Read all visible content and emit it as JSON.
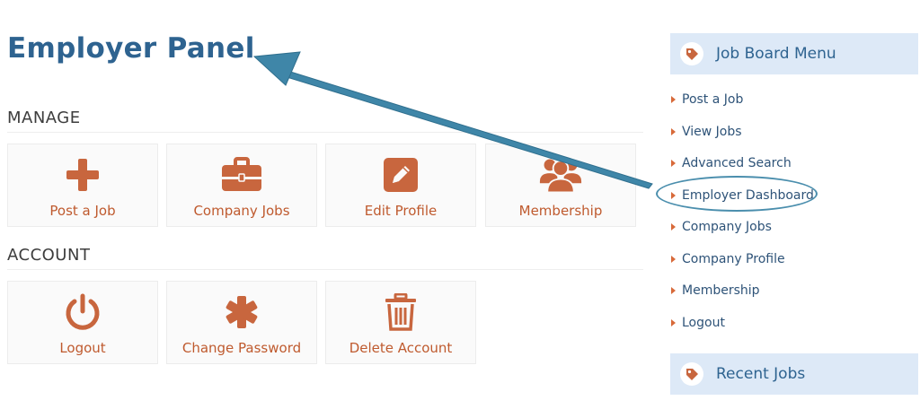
{
  "page_title": "Employer Panel",
  "sections": {
    "manage": {
      "heading": "MANAGE",
      "tiles": [
        {
          "label": "Post a Job",
          "icon": "plus-icon"
        },
        {
          "label": "Company Jobs",
          "icon": "briefcase-icon"
        },
        {
          "label": "Edit Profile",
          "icon": "edit-icon"
        },
        {
          "label": "Membership",
          "icon": "users-icon"
        }
      ]
    },
    "account": {
      "heading": "ACCOUNT",
      "tiles": [
        {
          "label": "Logout",
          "icon": "power-icon"
        },
        {
          "label": "Change Password",
          "icon": "asterisk-icon"
        },
        {
          "label": "Delete Account",
          "icon": "trash-icon"
        }
      ]
    }
  },
  "sidebar": {
    "menu_title": "Job Board Menu",
    "menu_items": [
      "Post a Job",
      "View Jobs",
      "Advanced Search",
      "Employer Dashboard",
      "Company Jobs",
      "Company Profile",
      "Membership",
      "Logout"
    ],
    "highlighted_item": "Employer Dashboard",
    "recent_title": "Recent Jobs",
    "header_icon": "tag-icon"
  },
  "colors": {
    "accent": "#c8663e",
    "title": "#2e6390",
    "header_bg": "#dde9f7",
    "annotation": "#4a8ead"
  }
}
